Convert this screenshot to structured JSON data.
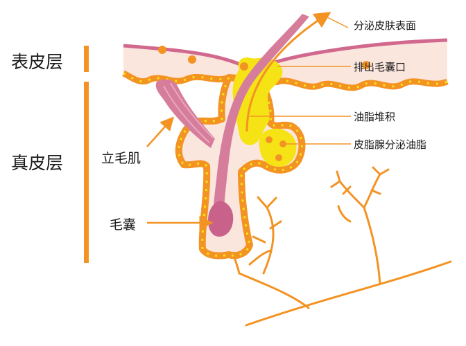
{
  "layers": {
    "epidermis": "表皮层",
    "dermis": "真皮层"
  },
  "structures": {
    "arrector_muscle": "立毛肌",
    "hair_follicle": "毛囊"
  },
  "callouts": {
    "secrete_surface": "分泌皮肤表面",
    "follicle_opening": "排出毛囊口",
    "sebum_buildup": "油脂堆积",
    "gland_secretes": "皮脂腺分泌油脂"
  },
  "colors": {
    "orange": "#f39323",
    "yellow": "#f5e316",
    "skin": "#fbe6de",
    "pink": "#d77d9c",
    "pink_dark": "#c9628a",
    "surface": "#d1698f"
  }
}
